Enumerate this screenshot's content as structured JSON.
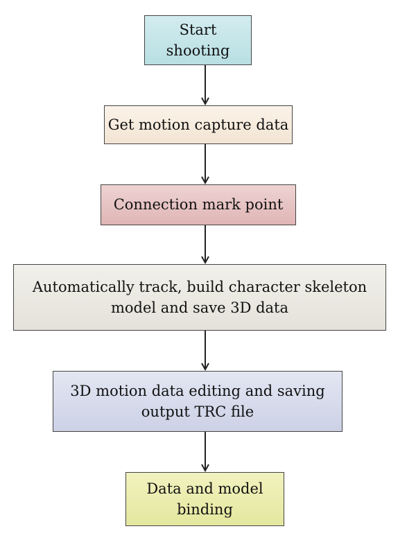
{
  "steps": [
    {
      "lines": [
        "Start",
        "shooting"
      ]
    },
    {
      "lines": [
        "Get motion capture data"
      ]
    },
    {
      "lines": [
        "Connection mark point"
      ]
    },
    {
      "lines": [
        "Automatically track, build character skeleton",
        "model and save 3D data"
      ]
    },
    {
      "lines": [
        "3D motion data editing and saving",
        "output TRC file"
      ]
    },
    {
      "lines": [
        "Data and model",
        "binding"
      ]
    }
  ]
}
